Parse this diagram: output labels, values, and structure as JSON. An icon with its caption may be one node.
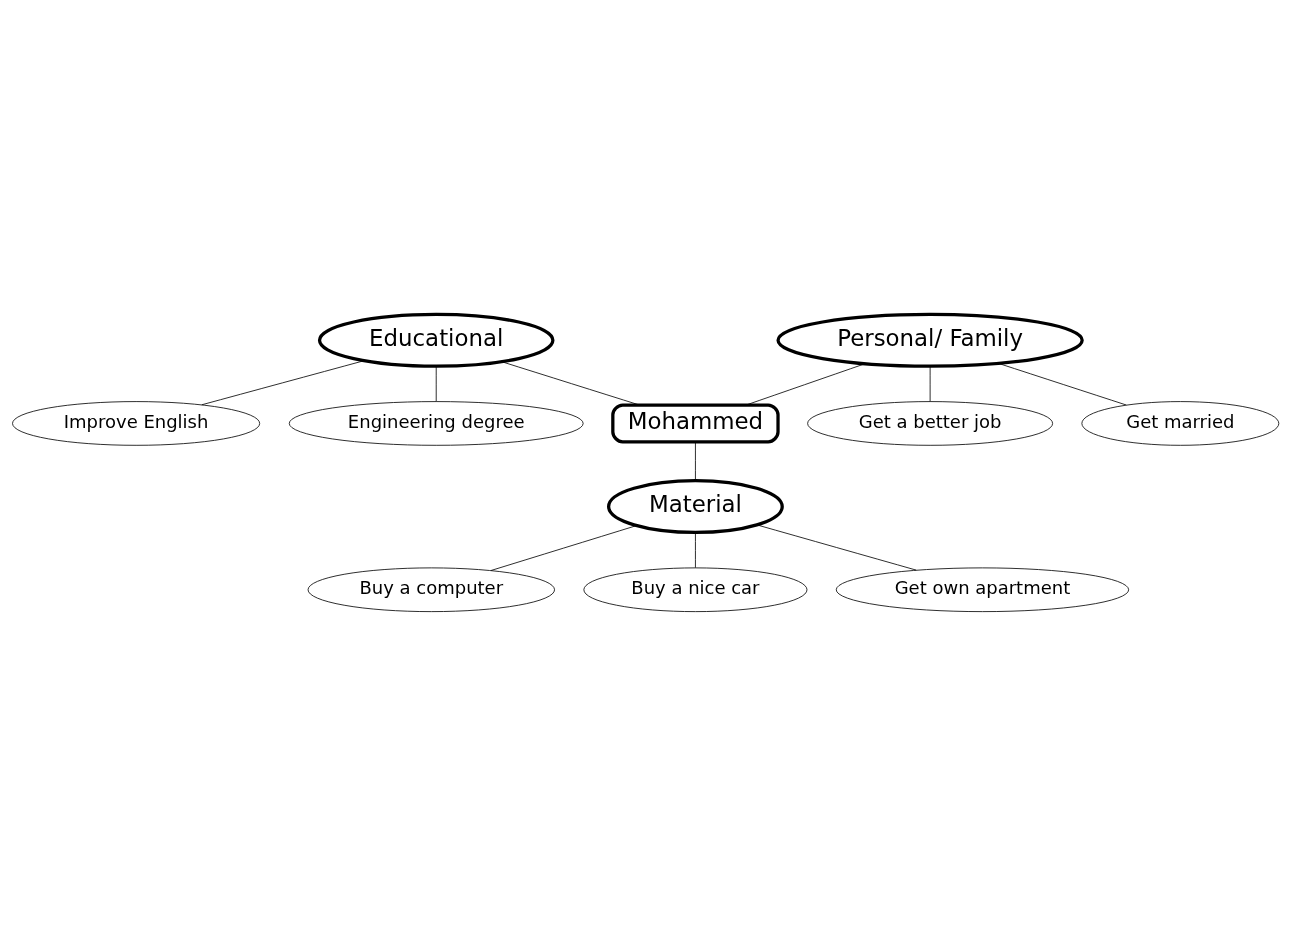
{
  "diagram": {
    "nodes": [
      {
        "text": [
          "Educational"
        ]
      },
      {
        "text": [
          "Personal/ Family"
        ]
      },
      {
        "text": [
          "Improve English"
        ]
      },
      {
        "text": [
          "Get a better job"
        ]
      },
      {
        "text": [
          "Engineering degree"
        ]
      },
      {
        "text": [
          "Mohammed"
        ]
      },
      {
        "text": [
          "Get married"
        ]
      },
      {
        "text": [
          "Material"
        ]
      },
      {
        "text": [
          "Buy a computer"
        ]
      },
      {
        "text": [
          "Buy a nice car"
        ]
      },
      {
        "text": [
          "Get own apartment"
        ]
      }
    ],
    "edges": [
      {
        "from": 0,
        "to": 2,
        "arrow": "none"
      },
      {
        "from": 0,
        "to": 4,
        "arrow": "none"
      },
      {
        "from": 0,
        "to": 5,
        "arrow": "none"
      },
      {
        "from": 1,
        "to": 5,
        "arrow": "none"
      },
      {
        "from": 1,
        "to": 6,
        "arrow": "none"
      },
      {
        "from": 1,
        "to": 3,
        "arrow": "none"
      },
      {
        "from": 5,
        "to": 7,
        "arrow": "none"
      },
      {
        "from": 7,
        "to": 8,
        "arrow": "none"
      },
      {
        "from": 7,
        "to": 9,
        "arrow": "none"
      },
      {
        "from": 7,
        "to": 10,
        "arrow": "none"
      }
    ]
  }
}
